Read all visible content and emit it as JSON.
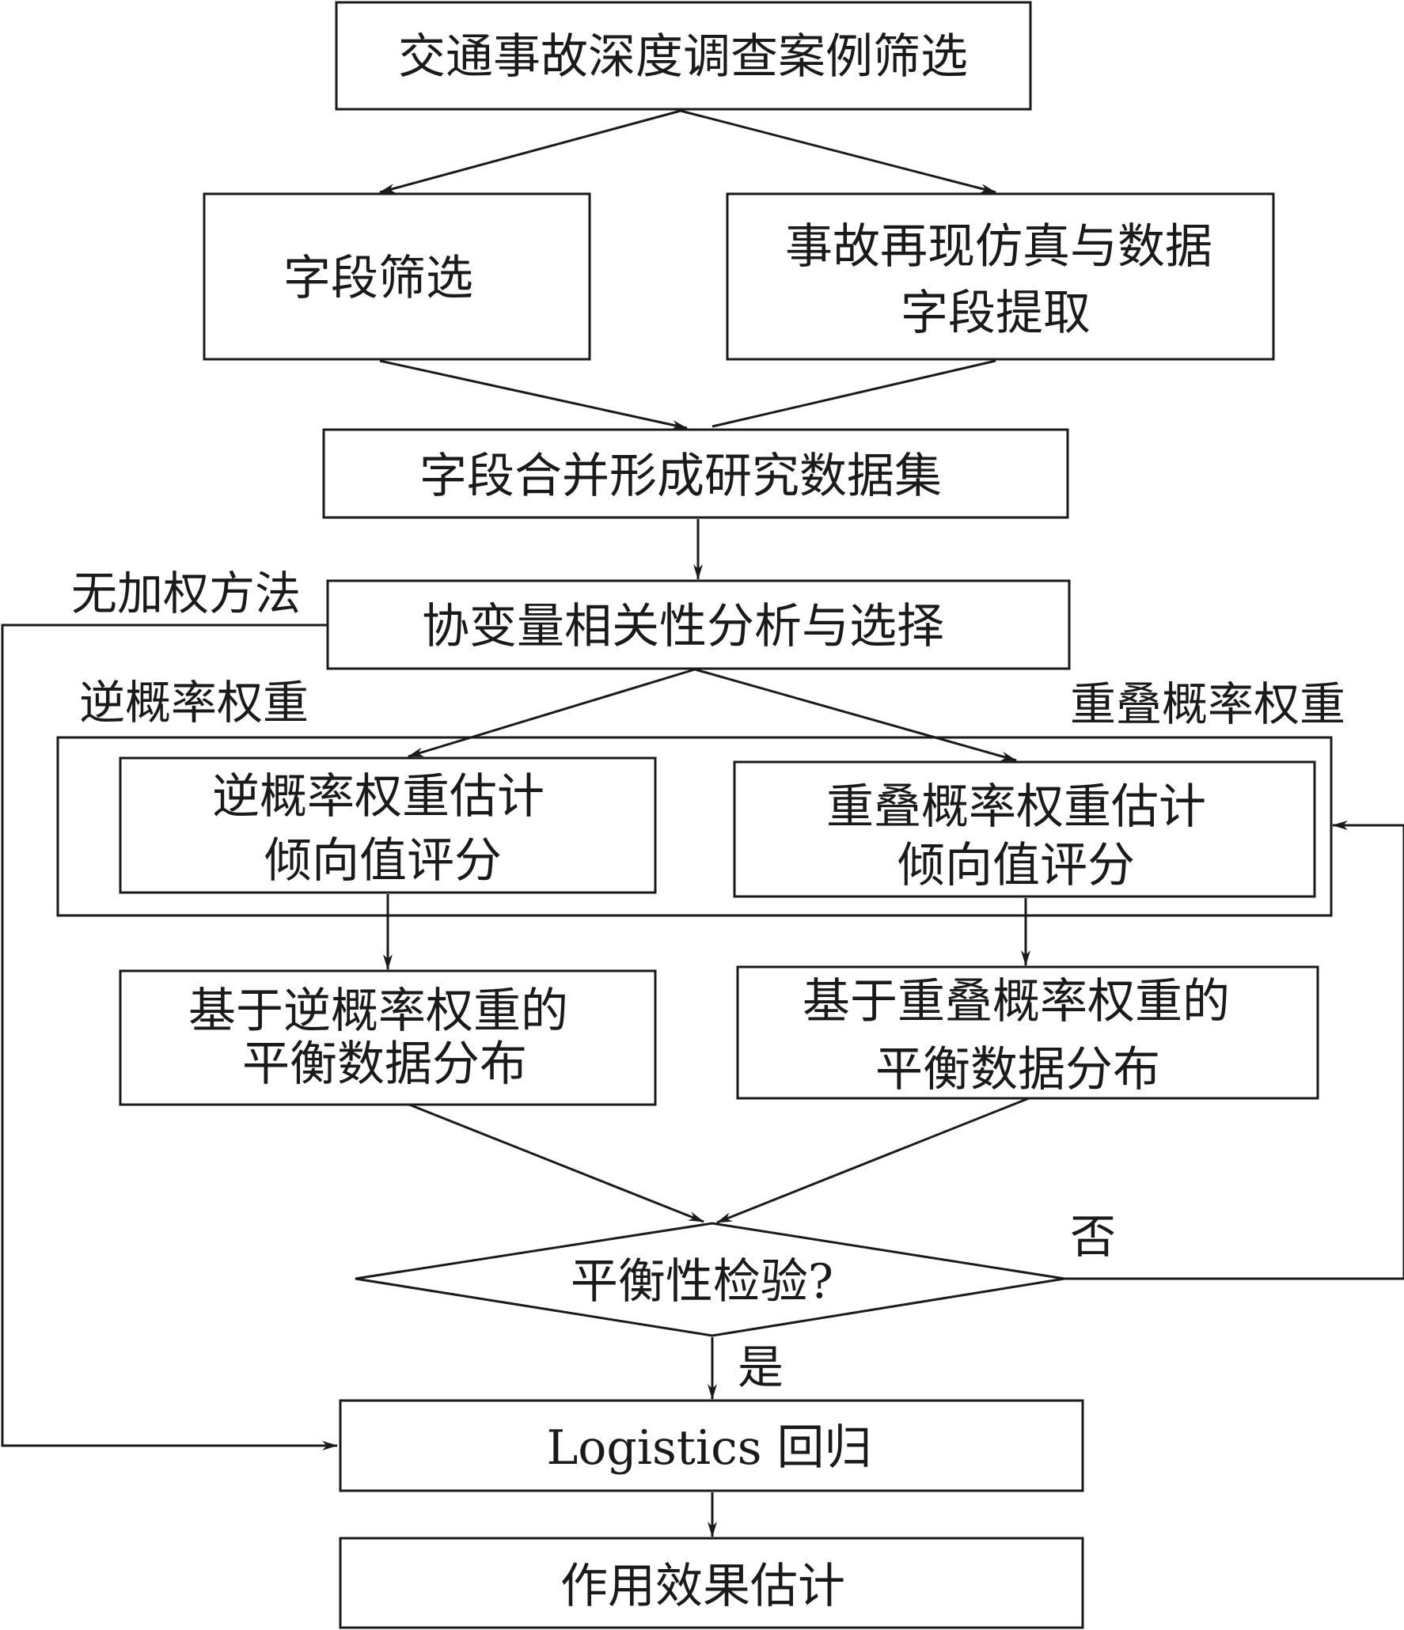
{
  "nodes": {
    "case_screening": "交通事故深度调查案例筛选",
    "field_screening": "字段筛选",
    "reconstruction_line1": "事故再现仿真与数据",
    "reconstruction_line2": "字段提取",
    "merge_dataset": "字段合并形成研究数据集",
    "covariate_analysis": "协变量相关性分析与选择",
    "ipw_estimate_line1": "逆概率权重估计",
    "ipw_estimate_line2": "倾向值评分",
    "ow_estimate_line1": "重叠概率权重估计",
    "ow_estimate_line2": "倾向值评分",
    "ipw_balance_line1": "基于逆概率权重的",
    "ipw_balance_line2": "平衡数据分布",
    "ow_balance_line1": "基于重叠概率权重的",
    "ow_balance_line2": "平衡数据分布",
    "balance_check": "平衡性检验?",
    "logistics": "Logistics 回归",
    "effect_estimate": "作用效果估计"
  },
  "labels": {
    "no_weight": "无加权方法",
    "ipw": "逆概率权重",
    "ow": "重叠概率权重",
    "no": "否",
    "yes": "是"
  }
}
